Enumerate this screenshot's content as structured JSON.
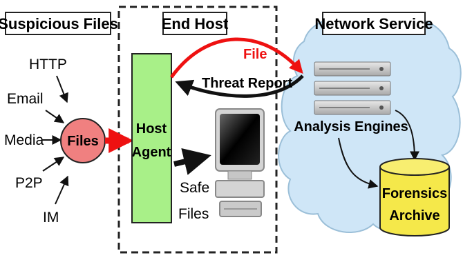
{
  "sections": {
    "suspicious_files": "Suspicious Files",
    "end_host": "End Host",
    "network_service": "Network Service"
  },
  "sources": [
    "HTTP",
    "Email",
    "Media",
    "P2P",
    "IM"
  ],
  "files_node": "Files",
  "host_agent": [
    "Host",
    "Agent"
  ],
  "safe_files": [
    "Safe",
    "Files"
  ],
  "file_flow": "File",
  "threat_report": "Threat Report",
  "analysis_engines": "Analysis Engines",
  "forensics_archive": [
    "Forensics",
    "Archive"
  ],
  "colors": {
    "files_fill": "#f08080",
    "host_agent_fill": "#a8f088",
    "cloud_fill": "#cfe6f7",
    "archive_fill": "#f5e84a",
    "file_arrow": "#ee1111",
    "report_arrow": "#111111"
  },
  "icons": [
    "computer-monitor-icon",
    "server-rack-icon",
    "database-cylinder-icon",
    "cloud-shape"
  ]
}
